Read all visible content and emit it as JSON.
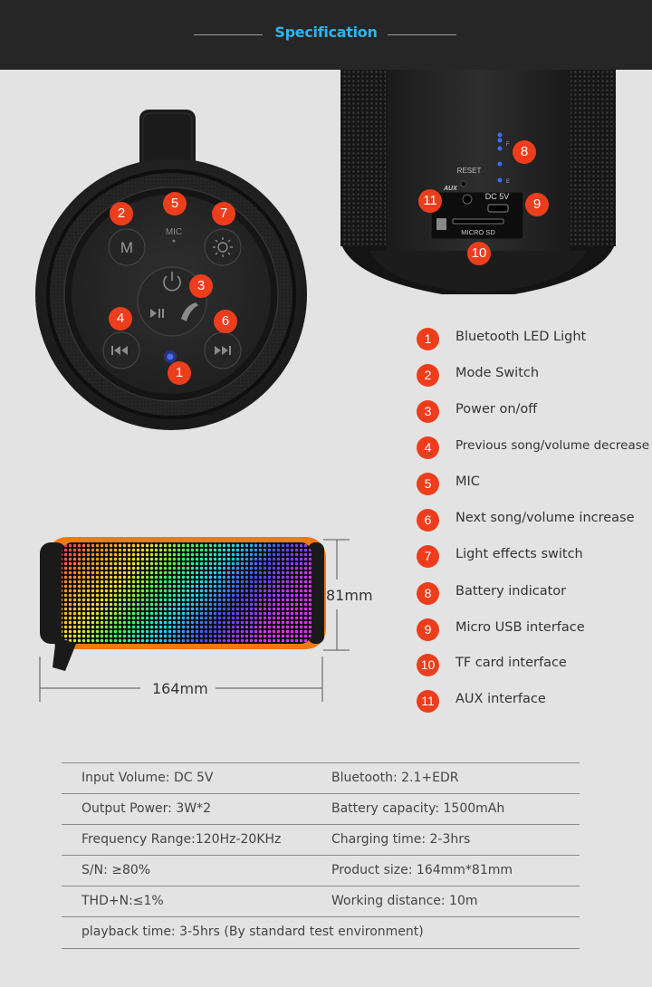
{
  "header": {
    "title": "Specification"
  },
  "front": {
    "mic_label": "MIC",
    "mode_button": "M",
    "badges": [
      "1",
      "2",
      "3",
      "4",
      "5",
      "6",
      "7"
    ]
  },
  "back": {
    "reset_label": "RESET",
    "aux_label": "AUX",
    "dc_label": "DC 5V",
    "microsd_label": "MICRO SD",
    "battery_marks": [
      "F",
      "E"
    ],
    "badges": [
      "8",
      "9",
      "10",
      "11"
    ]
  },
  "dimensions": {
    "height": "81mm",
    "width": "164mm"
  },
  "legend": [
    {
      "num": "1",
      "label": "Bluetooth LED Light"
    },
    {
      "num": "2",
      "label": "Mode Switch"
    },
    {
      "num": "3",
      "label": "Power on/off"
    },
    {
      "num": "4",
      "label": "Previous song/volume decrease"
    },
    {
      "num": "5",
      "label": "MIC"
    },
    {
      "num": "6",
      "label": "Next song/volume increase"
    },
    {
      "num": "7",
      "label": "Light effects switch"
    },
    {
      "num": "8",
      "label": "Battery indicator"
    },
    {
      "num": "9",
      "label": "Micro USB interface"
    },
    {
      "num": "10",
      "label": "TF card interface"
    },
    {
      "num": "11",
      "label": "AUX interface"
    }
  ],
  "specs": [
    [
      "Input Volume: DC 5V",
      "Bluetooth:  2.1+EDR"
    ],
    [
      "Output Power: 3W*2",
      "Battery capacity: 1500mAh"
    ],
    [
      "Frequency Range:120Hz-20KHz",
      "Charging time: 2-3hrs"
    ],
    [
      "S/N: ≥80%",
      "Product size: 164mm*81mm"
    ],
    [
      "THD+N:≤1%",
      " Working distance: 10m"
    ],
    [
      "playback time: 3-5hrs (By standard test environment)",
      ""
    ]
  ],
  "colors": {
    "header_bg": "#262626",
    "title": "#2fb3ea",
    "badge": "#ee3d1c",
    "page_bg": "#e3e3e3"
  }
}
